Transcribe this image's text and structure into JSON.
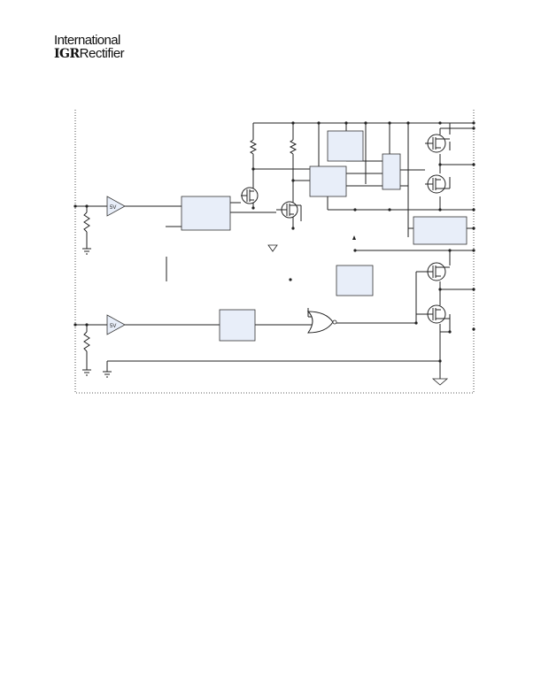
{
  "logo": {
    "line1": "International",
    "mark": "IGR",
    "line2": "Rectifier"
  },
  "diagram": {
    "background": "#ffffff",
    "block_fill": "#e8eef9",
    "line_color": "#222222",
    "buffer_labels": [
      "5V",
      "5V"
    ]
  }
}
